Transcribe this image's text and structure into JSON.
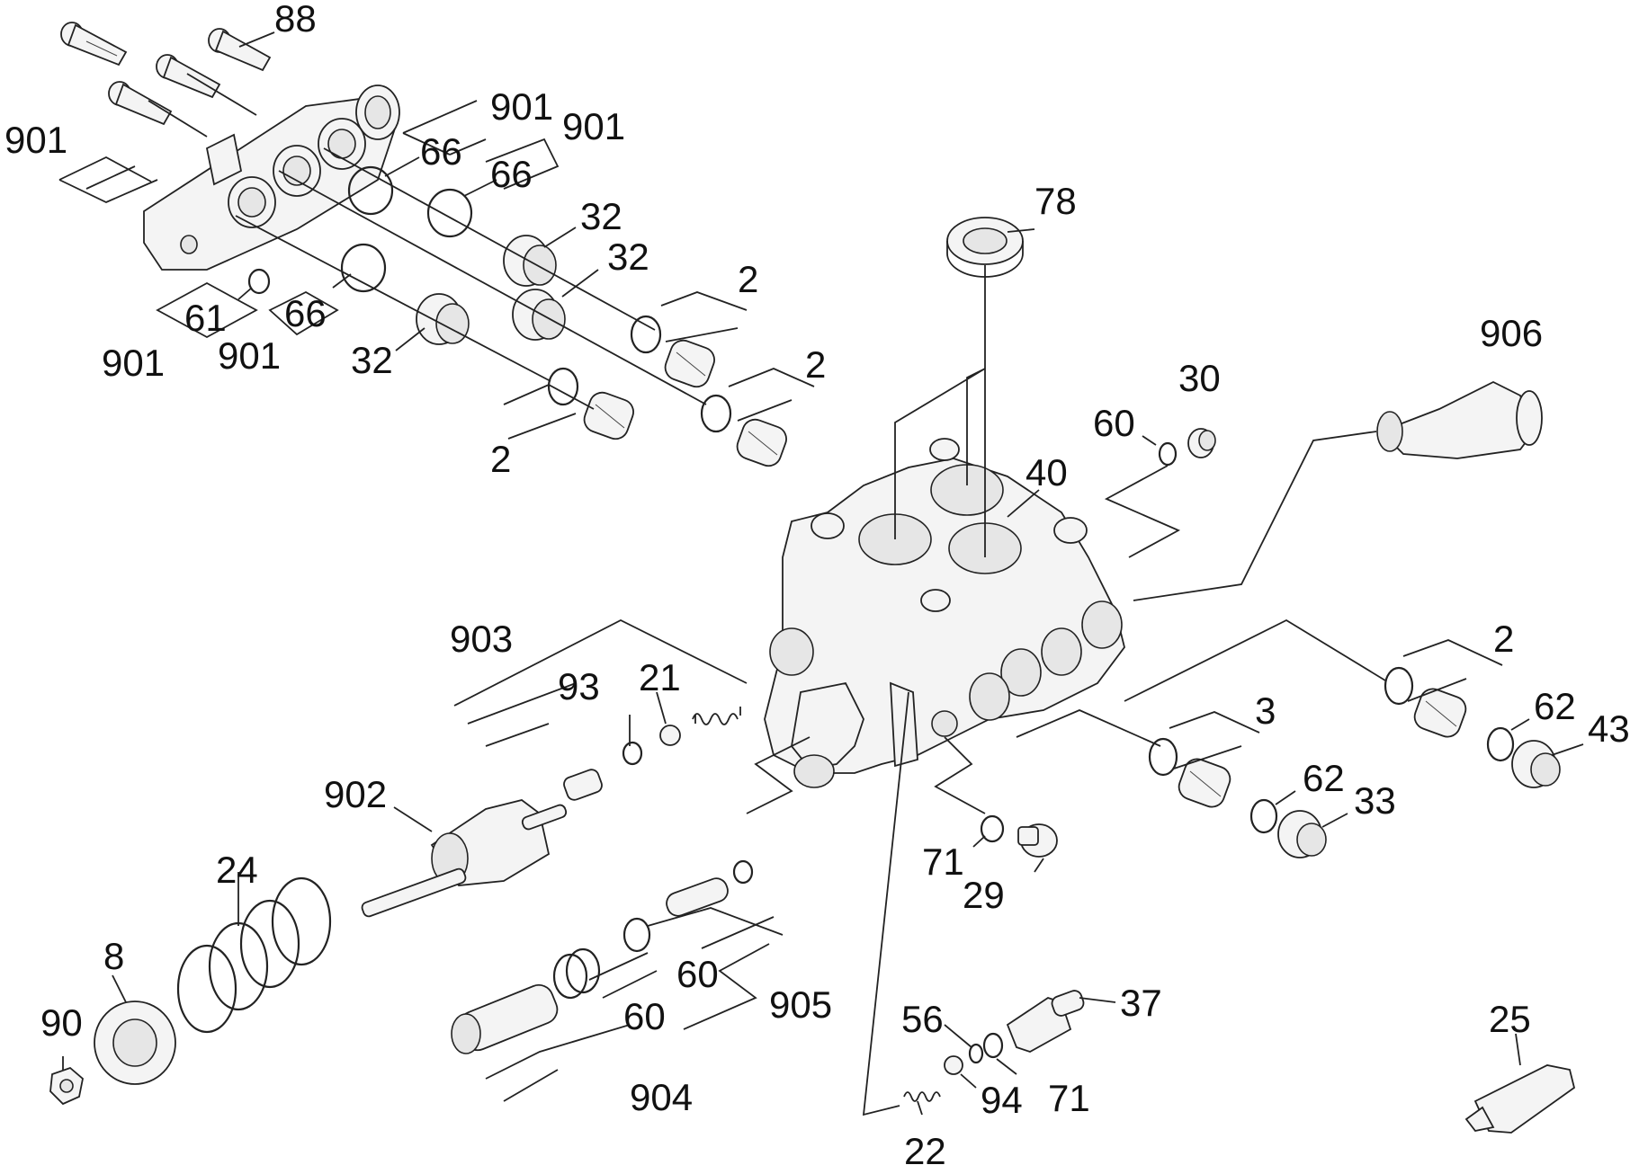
{
  "callouts": [
    {
      "id": "88",
      "text": "88"
    },
    {
      "id": "901a",
      "text": "901"
    },
    {
      "id": "901b",
      "text": "901"
    },
    {
      "id": "901c",
      "text": "901"
    },
    {
      "id": "901d",
      "text": "901"
    },
    {
      "id": "901e",
      "text": "901"
    },
    {
      "id": "66a",
      "text": "66"
    },
    {
      "id": "66b",
      "text": "66"
    },
    {
      "id": "66c",
      "text": "66"
    },
    {
      "id": "61",
      "text": "61"
    },
    {
      "id": "32a",
      "text": "32"
    },
    {
      "id": "32b",
      "text": "32"
    },
    {
      "id": "32c",
      "text": "32"
    },
    {
      "id": "2a",
      "text": "2"
    },
    {
      "id": "2b",
      "text": "2"
    },
    {
      "id": "2c",
      "text": "2"
    },
    {
      "id": "2d",
      "text": "2"
    },
    {
      "id": "78",
      "text": "78"
    },
    {
      "id": "906",
      "text": "906"
    },
    {
      "id": "30",
      "text": "30"
    },
    {
      "id": "60a",
      "text": "60"
    },
    {
      "id": "40",
      "text": "40"
    },
    {
      "id": "903",
      "text": "903"
    },
    {
      "id": "93",
      "text": "93"
    },
    {
      "id": "21",
      "text": "21"
    },
    {
      "id": "902",
      "text": "902"
    },
    {
      "id": "24",
      "text": "24"
    },
    {
      "id": "8",
      "text": "8"
    },
    {
      "id": "90",
      "text": "90"
    },
    {
      "id": "905",
      "text": "905"
    },
    {
      "id": "60b",
      "text": "60"
    },
    {
      "id": "60c",
      "text": "60"
    },
    {
      "id": "904",
      "text": "904"
    },
    {
      "id": "3",
      "text": "3"
    },
    {
      "id": "62a",
      "text": "62"
    },
    {
      "id": "62b",
      "text": "62"
    },
    {
      "id": "33",
      "text": "33"
    },
    {
      "id": "43",
      "text": "43"
    },
    {
      "id": "71a",
      "text": "71"
    },
    {
      "id": "29",
      "text": "29"
    },
    {
      "id": "37",
      "text": "37"
    },
    {
      "id": "56",
      "text": "56"
    },
    {
      "id": "71b",
      "text": "71"
    },
    {
      "id": "94",
      "text": "94"
    },
    {
      "id": "22",
      "text": "22"
    },
    {
      "id": "25",
      "text": "25"
    }
  ]
}
